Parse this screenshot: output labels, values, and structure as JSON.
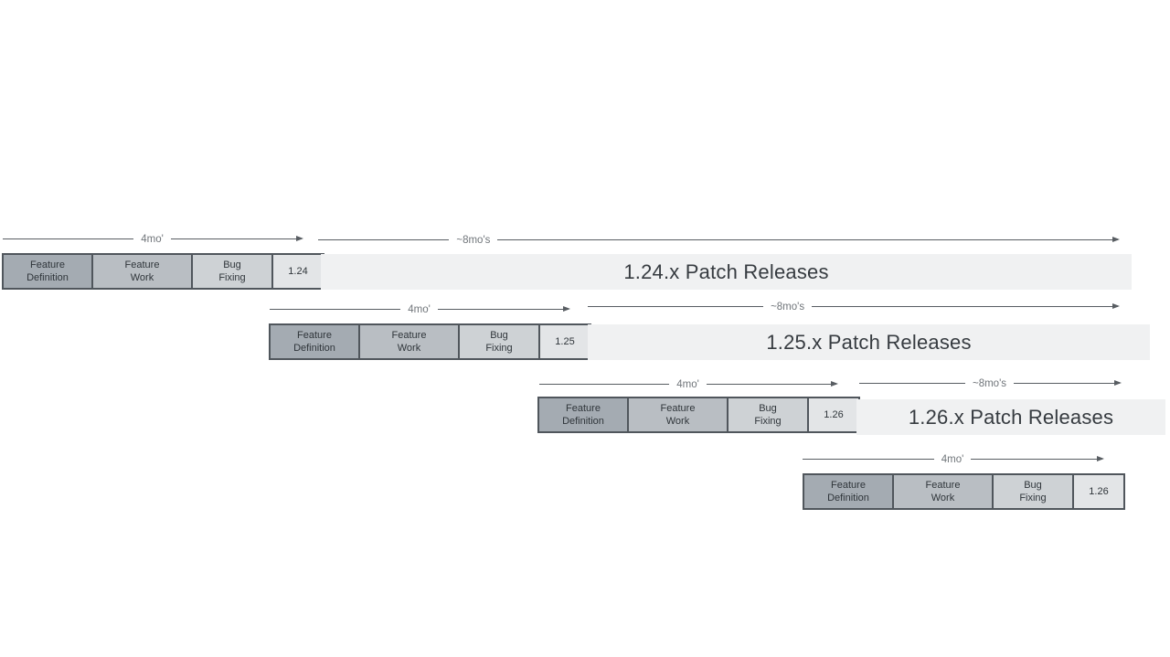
{
  "colors": {
    "feature_definition_fill": "#a4abb2",
    "feature_work_fill": "#b9bec3",
    "bug_fixing_fill": "#ced2d5",
    "version_box_fill": "#e3e5e7",
    "patch_bar_fill": "#f0f1f2",
    "box_border": "#50565c",
    "arrow": "#585d62",
    "box_text": "#2f353a",
    "patch_text": "#363b40",
    "duration_label_text": "#70757a"
  },
  "rows": [
    {
      "phases": [
        "Feature\nDefinition",
        "Feature\nWork",
        "Bug\nFixing"
      ],
      "version": "1.24",
      "dev_duration_label": "4mo'",
      "patch_duration_label": "~8mo's",
      "patch_label": "1.24.x Patch Releases"
    },
    {
      "phases": [
        "Feature\nDefinition",
        "Feature\nWork",
        "Bug\nFixing"
      ],
      "version": "1.25",
      "dev_duration_label": "4mo'",
      "patch_duration_label": "~8mo's",
      "patch_label": "1.25.x Patch Releases"
    },
    {
      "phases": [
        "Feature\nDefinition",
        "Feature\nWork",
        "Bug\nFixing"
      ],
      "version": "1.26",
      "dev_duration_label": "4mo'",
      "patch_duration_label": "~8mo's",
      "patch_label": "1.26.x Patch Releases"
    },
    {
      "phases": [
        "Feature\nDefinition",
        "Feature\nWork",
        "Bug\nFixing"
      ],
      "version": "1.26",
      "dev_duration_label": "4mo'"
    }
  ]
}
